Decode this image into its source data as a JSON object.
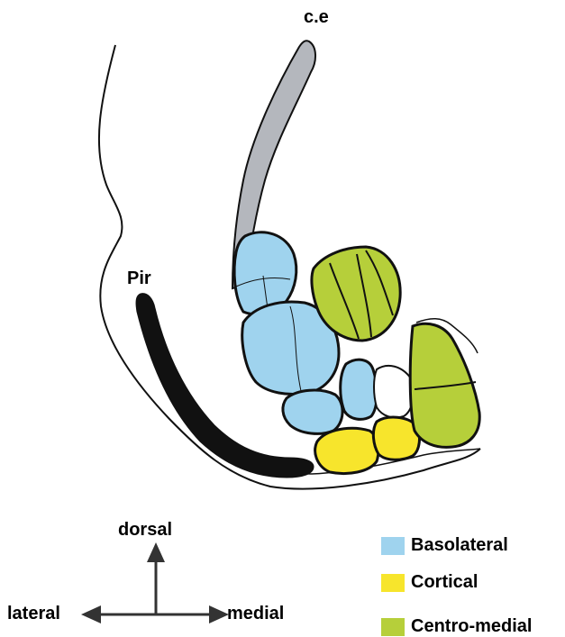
{
  "labels": {
    "ce": "c.e",
    "pir": "Pir"
  },
  "orientation": {
    "dorsal": "dorsal",
    "lateral": "lateral",
    "medial": "medial"
  },
  "legend": {
    "items": [
      {
        "label": "Basolateral",
        "color": "#9fd3ee"
      },
      {
        "label": "Cortical",
        "color": "#f7e52c"
      },
      {
        "label": "Centro-medial",
        "color": "#b6cf3a"
      }
    ]
  },
  "colors": {
    "capsule": "#b4b7bd",
    "piriform": "#111111",
    "outline": "#111111"
  }
}
